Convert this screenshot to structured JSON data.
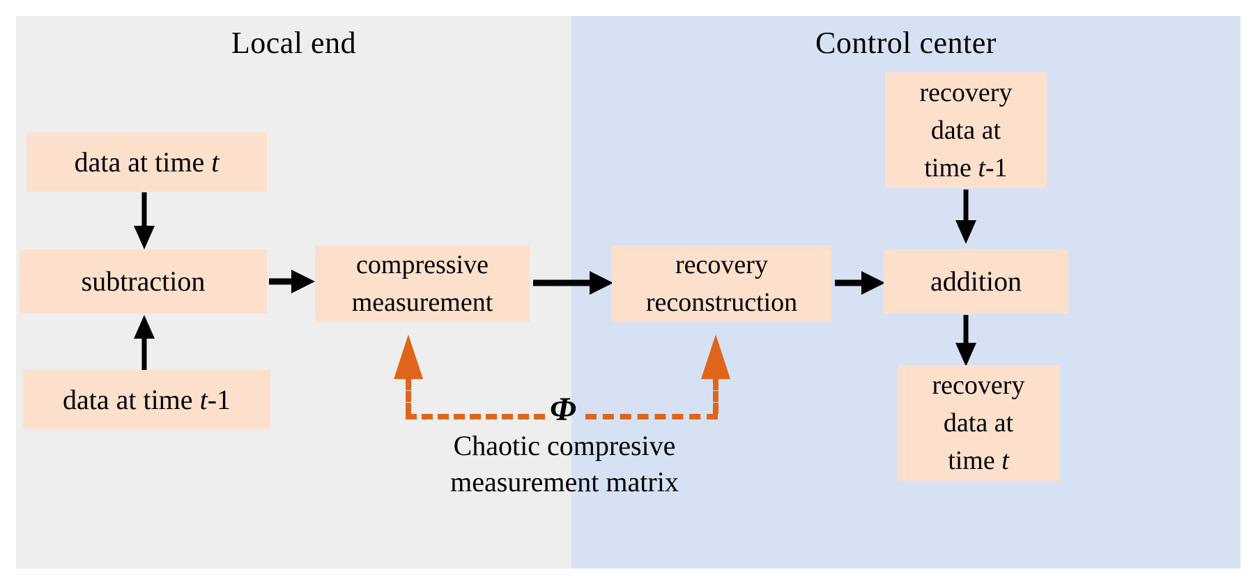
{
  "panels": {
    "local": {
      "title": "Local end",
      "bg": "#eeeeee"
    },
    "control": {
      "title": "Control center",
      "bg": "#d6e2f3"
    }
  },
  "colors": {
    "box_fill": "#fde0cc",
    "arrow_black": "#000000",
    "dashed_orange": "#e0651a",
    "panel_local_bg": "#eeeeee",
    "panel_control_bg": "#d6e2f3"
  },
  "boxes": {
    "data_t": {
      "line1": "data at time ",
      "var1": "t"
    },
    "subtraction": {
      "line1": "subtraction"
    },
    "data_t_minus_1": {
      "line1": "data at time ",
      "var1": "t",
      "suffix1": "-1"
    },
    "compressive_measurement": {
      "line1": "compressive",
      "line2": "measurement"
    },
    "recovery_reconstruction": {
      "line1": "recovery",
      "line2": "reconstruction"
    },
    "recovery_data_t_minus_1": {
      "line1": "recovery",
      "line2": "data at",
      "line3prefix": "time ",
      "line3var": "t",
      "line3suffix": "-1"
    },
    "addition": {
      "line1": "addition"
    },
    "recovery_data_t": {
      "line1": "recovery",
      "line2": "data at",
      "line3prefix": "time ",
      "line3var": "t"
    }
  },
  "annotations": {
    "phi_symbol": "Φ",
    "caption_line1": "Chaotic compresive",
    "caption_line2": "measurement matrix"
  }
}
